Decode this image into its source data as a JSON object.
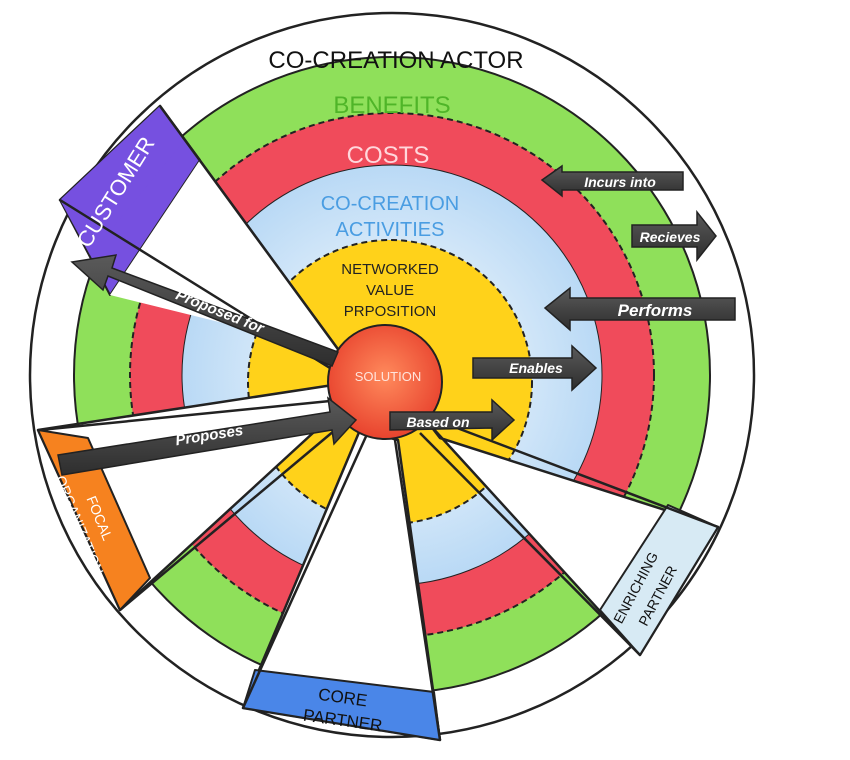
{
  "rings": {
    "co_creation_actor": "CO-CREATION ACTOR",
    "benefits": "BENEFITS",
    "costs": "COSTS",
    "activities_line1": "CO-CREATION",
    "activities_line2": "ACTIVITIES",
    "nvp_line1": "NETWORKED",
    "nvp_line2": "VALUE",
    "nvp_line3": "PRPOSITION",
    "solution": "SOLUTION"
  },
  "actors": {
    "customer": "CUSTOMER",
    "focal_line1": "FOCAL",
    "focal_line2": "ORGANIZATION",
    "core_line1": "CORE",
    "core_line2": "PARTNER",
    "enriching_line1": "ENRICHING",
    "enriching_line2": "PARTNER"
  },
  "arrows": {
    "incurs_into": "Incurs into",
    "recieves": "Recieves",
    "performs": "Performs",
    "enables": "Enables",
    "based_on": "Based on",
    "proposed_for": "Proposed for",
    "proposes": "Proposes"
  },
  "colors": {
    "benefits": "#8fe05a",
    "costs": "#f04b5b",
    "activities": "#cfe6fb",
    "nvp": "#ffd21a",
    "solution": "#f46a45",
    "customer": "#7650e0",
    "focal": "#f6821f",
    "core": "#4a86e8",
    "enriching": "#d7eaf4",
    "arrow": "#3d3d3d"
  }
}
